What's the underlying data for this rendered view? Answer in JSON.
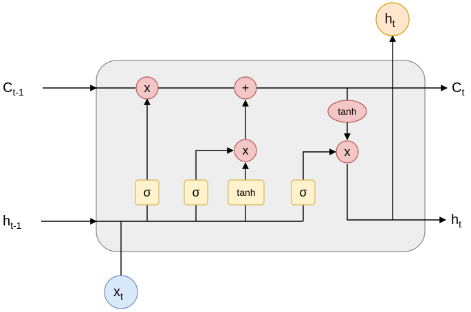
{
  "labels": {
    "c_in": {
      "base": "C",
      "sub": "t-1"
    },
    "c_out": {
      "base": "C",
      "sub": "t"
    },
    "h_in": {
      "base": "h",
      "sub": "t-1"
    },
    "h_out": {
      "base": "h",
      "sub": "t"
    },
    "h_top": {
      "base": "h",
      "sub": "t"
    },
    "x_in": {
      "base": "x",
      "sub": "t"
    }
  },
  "ops": {
    "forget_mult": "x",
    "add": "+",
    "input_mult": "x",
    "output_mult": "x",
    "tanh_cell": "tanh"
  },
  "gates": {
    "forget": "σ",
    "input": "σ",
    "candidate": "tanh",
    "output": "σ"
  },
  "colors": {
    "cell_fill": "#eeeeee",
    "cell_stroke": "#888888",
    "op_fill": "#f4c7c7",
    "op_stroke": "#b85450",
    "gate_fill": "#fff2cc",
    "gate_stroke": "#d6b656",
    "x_fill": "#dae8fc",
    "x_stroke": "#6c8ebf",
    "h_fill": "#ffe6cc",
    "h_stroke": "#d79b00"
  }
}
